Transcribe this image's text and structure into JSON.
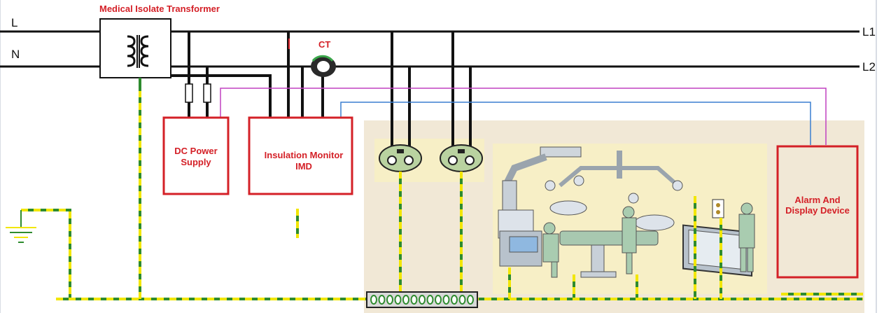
{
  "labels": {
    "transformer": "Medical Isolate Transformer",
    "ct": "CT",
    "line_l": "L",
    "line_n": "N",
    "line_l1": "L1",
    "line_l2": "L2"
  },
  "boxes": {
    "dc_power_line1": "DC Power",
    "dc_power_line2": "Supply",
    "imd_line1": "Insulation Monitor",
    "imd_line2": "IMD",
    "alarm_line1": "Alarm And",
    "alarm_line2": "Display Device"
  },
  "colors": {
    "label_red": "#d42027",
    "pe_green": "#2e8b2e",
    "pe_yellow": "#f2e600",
    "room_bg": "#f1e8d6",
    "socket_bg": "#f7efc6",
    "signal_magenta": "#c040c0",
    "signal_blue": "#3a7fd0"
  }
}
